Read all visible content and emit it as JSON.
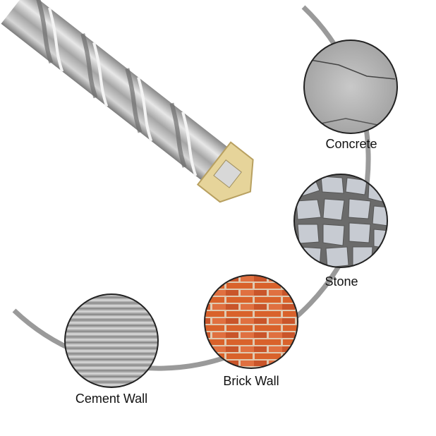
{
  "materials": [
    {
      "label": "Concrete",
      "texture": "concrete"
    },
    {
      "label": "Stone",
      "texture": "stone"
    },
    {
      "label": "Brick Wall",
      "texture": "brick"
    },
    {
      "label": "Cement Wall",
      "texture": "cement"
    }
  ],
  "colors": {
    "arc": "#9a9a9a",
    "bit": "#b8b8b8",
    "tip": "#e6d49a",
    "brick": "#d9622b",
    "mortar": "#e0c9b0"
  }
}
